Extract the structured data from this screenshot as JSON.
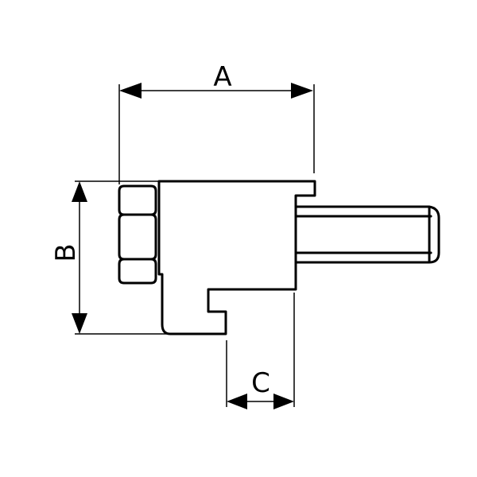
{
  "diagram": {
    "dimensions": {
      "a": "A",
      "b": "B",
      "c": "C"
    },
    "colors": {
      "line": "#000000",
      "background": "#ffffff"
    }
  }
}
